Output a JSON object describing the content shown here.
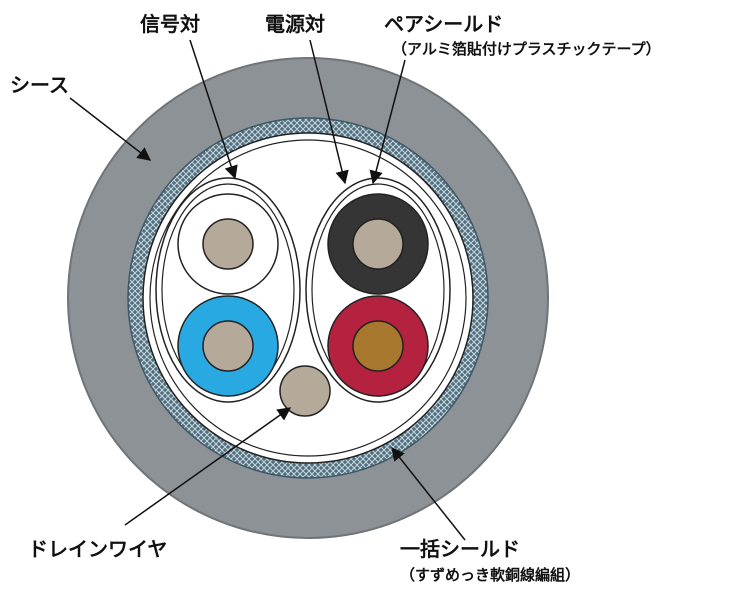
{
  "labels": {
    "signal_pair": "信号対",
    "power_pair": "電源対",
    "pair_shield": "ペアシールド",
    "pair_shield_note": "（アルミ箔貼付けプラスチックテープ）",
    "sheath": "シース",
    "drain_wire": "ドレインワイヤ",
    "overall_shield": "一括シールド",
    "overall_shield_note": "（すずめっき軟銅線編組）"
  },
  "colors": {
    "sheath": "#8d9296",
    "braid": "#4f6f80",
    "conductor": "#b5aa9a",
    "conductor_copper": "#a8782e",
    "insulation_white": "#ffffff",
    "insulation_blue": "#29a9e1",
    "insulation_black": "#353535",
    "insulation_red": "#b5223f",
    "drain": "#b5aa9a",
    "line": "#111111"
  }
}
